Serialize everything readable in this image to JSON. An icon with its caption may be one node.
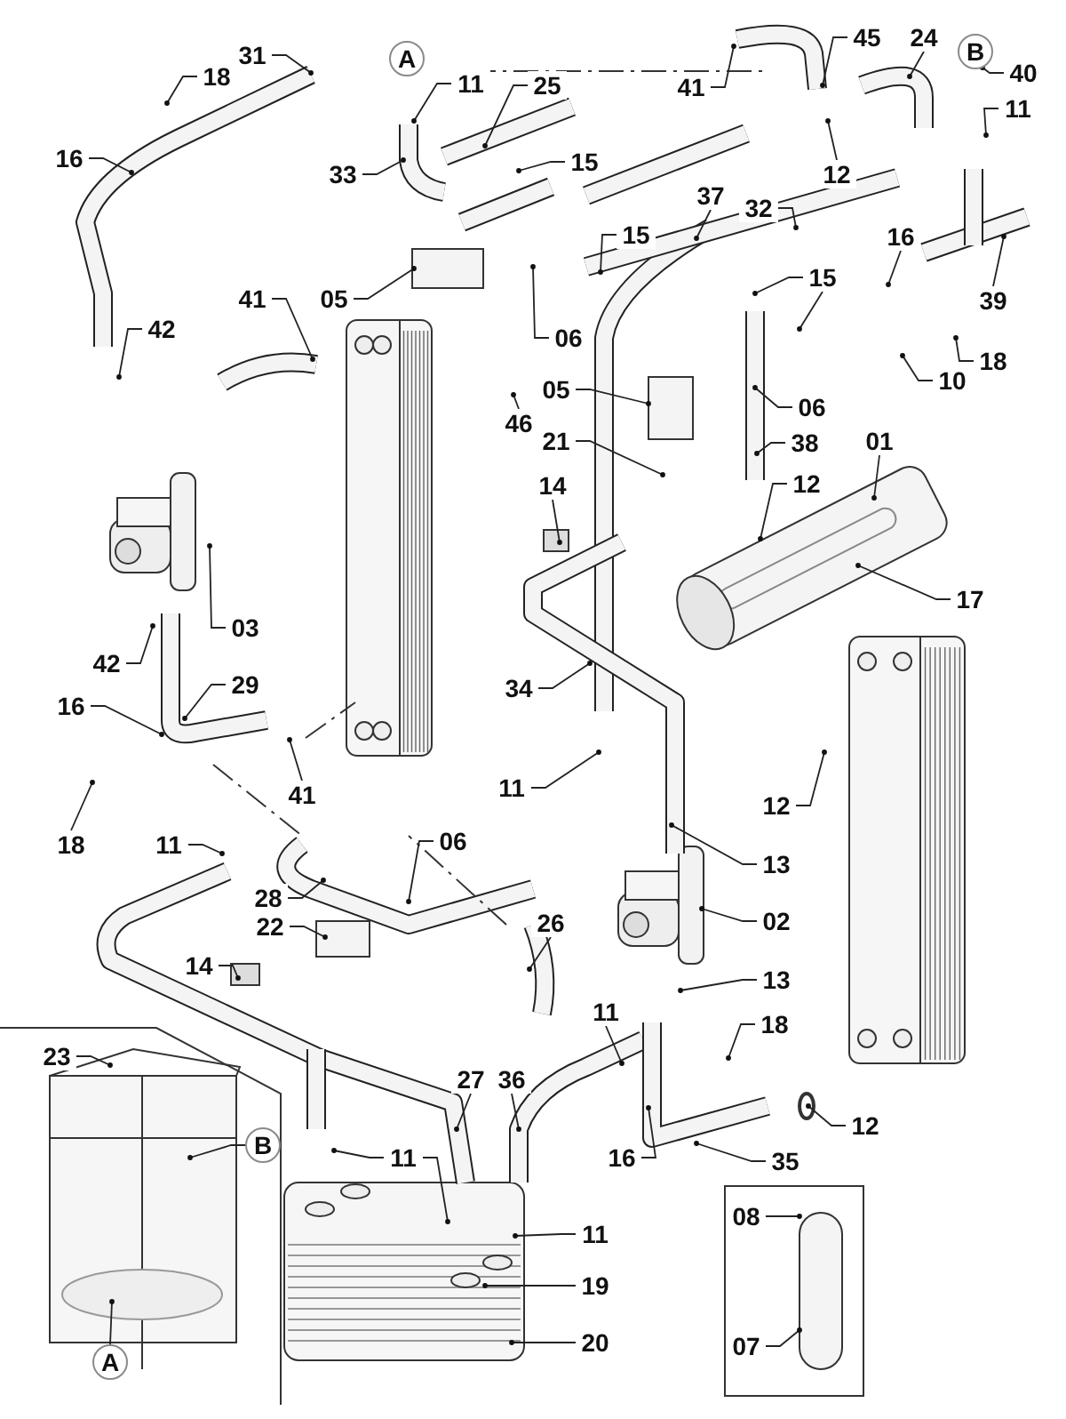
{
  "diagram": {
    "nodes": [
      {
        "text": [
          "31"
        ]
      },
      {
        "text": [
          "18"
        ]
      },
      {
        "text": [
          "A"
        ]
      },
      {
        "text": [
          "11"
        ]
      },
      {
        "text": [
          "25"
        ]
      },
      {
        "text": [
          "41"
        ]
      },
      {
        "text": [
          "45"
        ]
      },
      {
        "text": [
          "24"
        ]
      },
      {
        "text": [
          "B"
        ]
      },
      {
        "text": [
          "40"
        ]
      },
      {
        "text": [
          "11"
        ]
      },
      {
        "text": [
          "16"
        ]
      },
      {
        "text": [
          "15"
        ]
      },
      {
        "text": [
          "33"
        ]
      },
      {
        "text": [
          "12"
        ]
      },
      {
        "text": [
          "37"
        ]
      },
      {
        "text": [
          "32"
        ]
      },
      {
        "text": [
          "15"
        ]
      },
      {
        "text": [
          "16"
        ]
      },
      {
        "text": [
          "15"
        ]
      },
      {
        "text": [
          "39"
        ]
      },
      {
        "text": [
          "41"
        ]
      },
      {
        "text": [
          "05"
        ]
      },
      {
        "text": [
          "42"
        ]
      },
      {
        "text": [
          "06"
        ]
      },
      {
        "text": [
          "10"
        ]
      },
      {
        "text": [
          "18"
        ]
      },
      {
        "text": [
          "05"
        ]
      },
      {
        "text": [
          "06"
        ]
      },
      {
        "text": [
          "46"
        ]
      },
      {
        "text": [
          "21"
        ]
      },
      {
        "text": [
          "38"
        ]
      },
      {
        "text": [
          "01"
        ]
      },
      {
        "text": [
          "14"
        ]
      },
      {
        "text": [
          "12"
        ]
      },
      {
        "text": [
          "17"
        ]
      },
      {
        "text": [
          "03"
        ]
      },
      {
        "text": [
          "42"
        ]
      },
      {
        "text": [
          "29"
        ]
      },
      {
        "text": [
          "34"
        ]
      },
      {
        "text": [
          "16"
        ]
      },
      {
        "text": [
          "11"
        ]
      },
      {
        "text": [
          "41"
        ]
      },
      {
        "text": [
          "12"
        ]
      },
      {
        "text": [
          "18"
        ]
      },
      {
        "text": [
          "11"
        ]
      },
      {
        "text": [
          "06"
        ]
      },
      {
        "text": [
          "13"
        ]
      },
      {
        "text": [
          "28"
        ]
      },
      {
        "text": [
          "02"
        ]
      },
      {
        "text": [
          "26"
        ]
      },
      {
        "text": [
          "22"
        ]
      },
      {
        "text": [
          "14"
        ]
      },
      {
        "text": [
          "13"
        ]
      },
      {
        "text": [
          "11"
        ]
      },
      {
        "text": [
          "18"
        ]
      },
      {
        "text": [
          "23"
        ]
      },
      {
        "text": [
          "27"
        ]
      },
      {
        "text": [
          "36"
        ]
      },
      {
        "text": [
          "12"
        ]
      },
      {
        "text": [
          "B"
        ]
      },
      {
        "text": [
          "11"
        ]
      },
      {
        "text": [
          "16"
        ]
      },
      {
        "text": [
          "35"
        ]
      },
      {
        "text": [
          "08"
        ]
      },
      {
        "text": [
          "11"
        ]
      },
      {
        "text": [
          "19"
        ]
      },
      {
        "text": [
          "20"
        ]
      },
      {
        "text": [
          "07"
        ]
      },
      {
        "text": [
          "A"
        ]
      }
    ],
    "edges": [
      {
        "from": 0,
        "to": null,
        "arrow": "other"
      },
      {
        "from": 1,
        "to": null,
        "arrow": "other"
      },
      {
        "from": 3,
        "to": null,
        "arrow": "other"
      },
      {
        "from": 4,
        "to": null,
        "arrow": "other"
      },
      {
        "from": 5,
        "to": null,
        "arrow": "other"
      },
      {
        "from": 6,
        "to": null,
        "arrow": "other"
      },
      {
        "from": 7,
        "to": null,
        "arrow": "other"
      },
      {
        "from": 9,
        "to": null,
        "arrow": "other"
      },
      {
        "from": 10,
        "to": null,
        "arrow": "other"
      },
      {
        "from": 11,
        "to": null,
        "arrow": "other"
      },
      {
        "from": 12,
        "to": null,
        "arrow": "other"
      },
      {
        "from": 13,
        "to": null,
        "arrow": "other"
      },
      {
        "from": 14,
        "to": null,
        "arrow": "other"
      },
      {
        "from": 15,
        "to": null,
        "arrow": "other"
      },
      {
        "from": 16,
        "to": null,
        "arrow": "other"
      },
      {
        "from": 17,
        "to": null,
        "arrow": "other"
      },
      {
        "from": 18,
        "to": null,
        "arrow": "other"
      },
      {
        "from": 19,
        "to": null,
        "arrow": "other"
      },
      {
        "from": 19,
        "to": null,
        "arrow": "other"
      },
      {
        "from": 20,
        "to": null,
        "arrow": "other"
      },
      {
        "from": 21,
        "to": null,
        "arrow": "other"
      },
      {
        "from": 22,
        "to": null,
        "arrow": "other"
      },
      {
        "from": 23,
        "to": null,
        "arrow": "other"
      },
      {
        "from": 24,
        "to": null,
        "arrow": "other"
      },
      {
        "from": 25,
        "to": null,
        "arrow": "other"
      },
      {
        "from": 26,
        "to": null,
        "arrow": "other"
      },
      {
        "from": 27,
        "to": null,
        "arrow": "other"
      },
      {
        "from": 28,
        "to": null,
        "arrow": "other"
      },
      {
        "from": 29,
        "to": null,
        "arrow": "other"
      },
      {
        "from": 30,
        "to": null,
        "arrow": "other"
      },
      {
        "from": 31,
        "to": null,
        "arrow": "other"
      },
      {
        "from": 32,
        "to": null,
        "arrow": "other"
      },
      {
        "from": 33,
        "to": null,
        "arrow": "other"
      },
      {
        "from": 34,
        "to": null,
        "arrow": "other"
      },
      {
        "from": 35,
        "to": null,
        "arrow": "other"
      },
      {
        "from": 36,
        "to": null,
        "arrow": "other"
      },
      {
        "from": 37,
        "to": null,
        "arrow": "other"
      },
      {
        "from": 38,
        "to": null,
        "arrow": "other"
      },
      {
        "from": 39,
        "to": null,
        "arrow": "other"
      },
      {
        "from": 40,
        "to": null,
        "arrow": "other"
      },
      {
        "from": 41,
        "to": null,
        "arrow": "other"
      },
      {
        "from": 42,
        "to": null,
        "arrow": "other"
      },
      {
        "from": 43,
        "to": null,
        "arrow": "other"
      },
      {
        "from": 44,
        "to": null,
        "arrow": "other"
      },
      {
        "from": 45,
        "to": null,
        "arrow": "other"
      },
      {
        "from": 46,
        "to": null,
        "arrow": "other"
      },
      {
        "from": 47,
        "to": null,
        "arrow": "other"
      },
      {
        "from": 48,
        "to": null,
        "arrow": "other"
      },
      {
        "from": 49,
        "to": null,
        "arrow": "other"
      },
      {
        "from": 50,
        "to": null,
        "arrow": "other"
      },
      {
        "from": 51,
        "to": null,
        "arrow": "other"
      },
      {
        "from": 52,
        "to": null,
        "arrow": "other"
      },
      {
        "from": 53,
        "to": null,
        "arrow": "other"
      },
      {
        "from": 54,
        "to": null,
        "arrow": "other"
      },
      {
        "from": 55,
        "to": null,
        "arrow": "other"
      },
      {
        "from": 56,
        "to": null,
        "arrow": "other"
      },
      {
        "from": 57,
        "to": null,
        "arrow": "other"
      },
      {
        "from": 58,
        "to": null,
        "arrow": "other"
      },
      {
        "from": 59,
        "to": null,
        "arrow": "other"
      },
      {
        "from": 60,
        "to": null,
        "arrow": "other"
      },
      {
        "from": 61,
        "to": null,
        "arrow": "other"
      },
      {
        "from": 61,
        "to": null,
        "arrow": "other"
      },
      {
        "from": 62,
        "to": null,
        "arrow": "other"
      },
      {
        "from": 63,
        "to": null,
        "arrow": "other"
      },
      {
        "from": 64,
        "to": null,
        "arrow": "other"
      },
      {
        "from": 65,
        "to": null,
        "arrow": "other"
      },
      {
        "from": 66,
        "to": null,
        "arrow": "other"
      },
      {
        "from": 67,
        "to": null,
        "arrow": "other"
      },
      {
        "from": 68,
        "to": null,
        "arrow": "other"
      },
      {
        "from": 69,
        "to": null,
        "arrow": "other"
      }
    ]
  }
}
